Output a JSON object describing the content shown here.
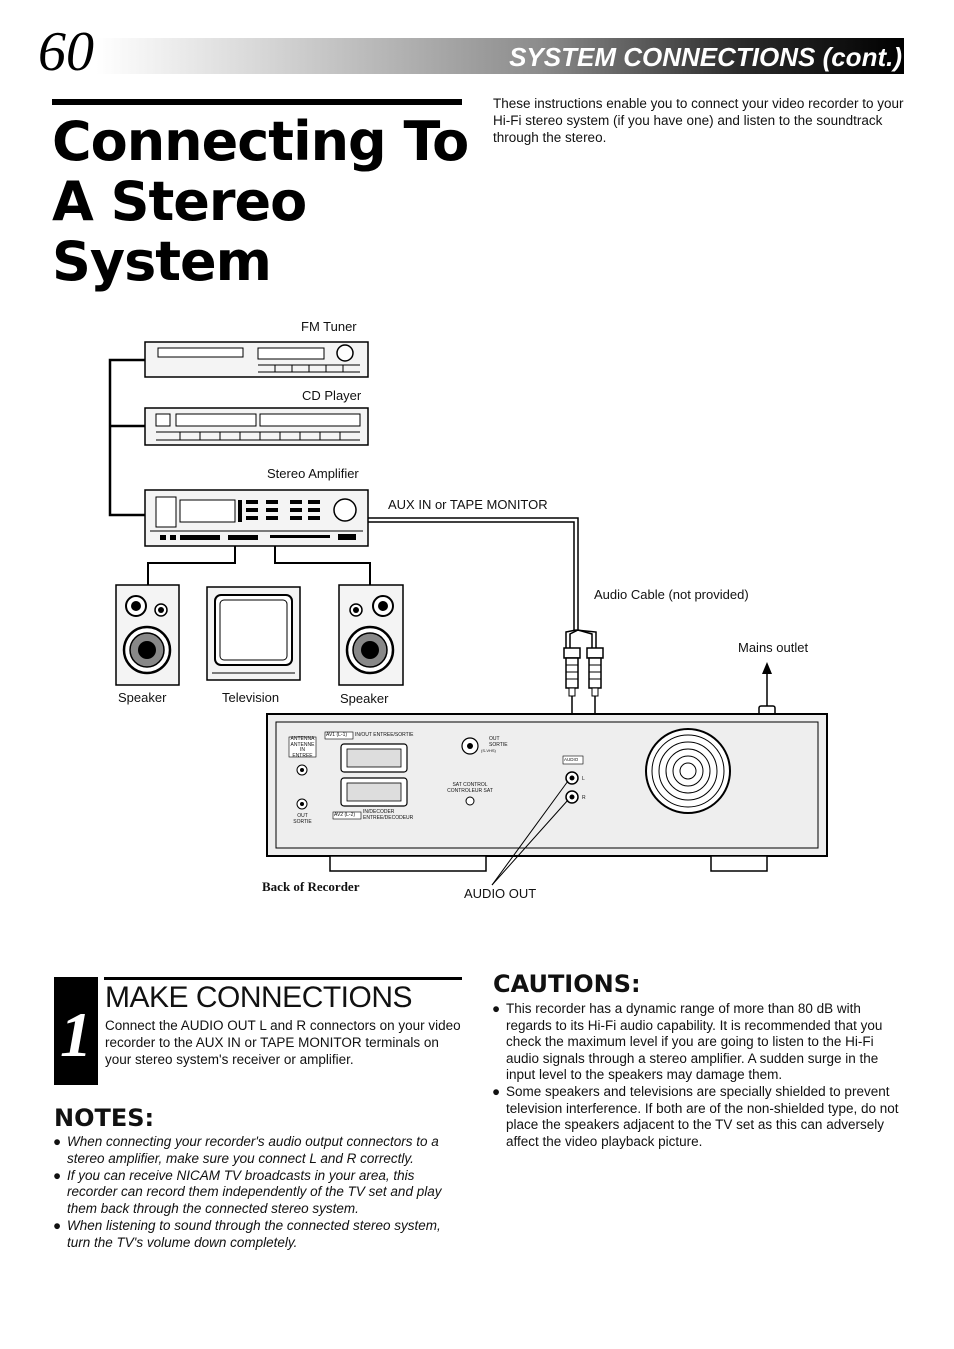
{
  "header": {
    "page_number": "60",
    "section_title": "SYSTEM CONNECTIONS (cont.)"
  },
  "title": {
    "line1": "Connecting To",
    "line2": "A Stereo",
    "line3": "System"
  },
  "intro": "These instructions enable you to connect your video recorder to your Hi-Fi stereo system (if you have one) and listen to the soundtrack through the stereo.",
  "diagram": {
    "fm_tuner": "FM Tuner",
    "cd_player": "CD Player",
    "stereo_amplifier": "Stereo Amplifier",
    "aux_in": "AUX IN or TAPE MONITOR",
    "audio_cable": "Audio Cable (not provided)",
    "mains_outlet": "Mains outlet",
    "speaker_left": "Speaker",
    "television": "Television",
    "speaker_right": "Speaker",
    "back_of_recorder": "Back of Recorder",
    "audio_out": "AUDIO OUT",
    "panel": {
      "antenna": "ANTENNA",
      "antenne": "ANTENNE",
      "in": "IN",
      "entree": "ENTREE",
      "out": "OUT",
      "sortie": "SORTIE",
      "av1": "AV1 (L-1)",
      "av1_text": "IN/OUT  ENTREE/SORTIE",
      "av2": "AV2 (L-2)",
      "av2_text1": "IN/DECODER",
      "av2_text2": "ENTREE/DECODEUR",
      "s_out": "OUT",
      "s_sortie": "SORTIE",
      "s_vhs": "(S-VHS)",
      "sat1": "SAT CONTROL",
      "sat2": "CONTROLEUR SAT",
      "audio_small": "AUDIO",
      "l": "L",
      "r": "R"
    }
  },
  "step": {
    "number": "1",
    "title": "MAKE CONNECTIONS",
    "text": "Connect the AUDIO OUT L and R connectors on your video recorder to the AUX IN or TAPE MONITOR terminals on your stereo system's receiver or amplifier."
  },
  "notes": {
    "heading": "NOTES:",
    "items": [
      "When connecting your recorder's audio output connectors to a stereo amplifier, make sure you connect L and R correctly.",
      "If you can receive NICAM TV broadcasts in your area, this recorder can record them independently of the TV set and play them back through the connected stereo system.",
      "When listening to sound through the connected stereo system, turn the TV's volume down completely."
    ]
  },
  "cautions": {
    "heading": "CAUTIONS:",
    "items": [
      "This recorder has a dynamic range of more than 80 dB with regards to its Hi-Fi audio capability. It is recommended that you check the maximum level if you are going to listen to the Hi-Fi audio signals through a stereo amplifier. A sudden surge in the input level to the speakers may damage them.",
      "Some speakers and televisions are specially shielded to prevent television interference. If both are of the non-shielded type, do not place the speakers adjacent to the TV set as this can adversely affect the video playback picture."
    ]
  }
}
